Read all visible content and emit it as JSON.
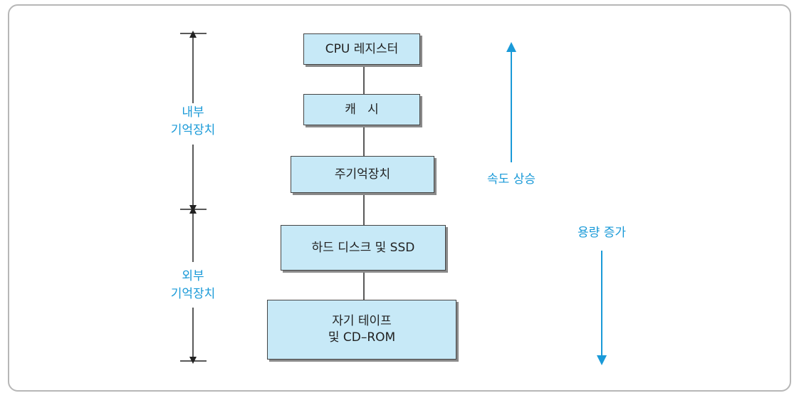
{
  "levels": [
    {
      "lines": [
        "CPU 레지스터"
      ]
    },
    {
      "lines": [
        "캐   시"
      ]
    },
    {
      "lines": [
        "주기억장치"
      ]
    },
    {
      "lines": [
        "하드 디스크 및 SSD"
      ]
    },
    {
      "lines": [
        "자기 테이프",
        "및 CD–ROM"
      ]
    }
  ],
  "groups": {
    "internal": {
      "line1": "내부",
      "line2": "기억장치"
    },
    "external": {
      "line1": "외부",
      "line2": "기억장치"
    }
  },
  "trends": {
    "speed": "속도 상승",
    "capacity": "용량 증가"
  },
  "colors": {
    "box_fill": "#c7e9f7",
    "accent": "#1a9ad8",
    "line": "#222222"
  }
}
